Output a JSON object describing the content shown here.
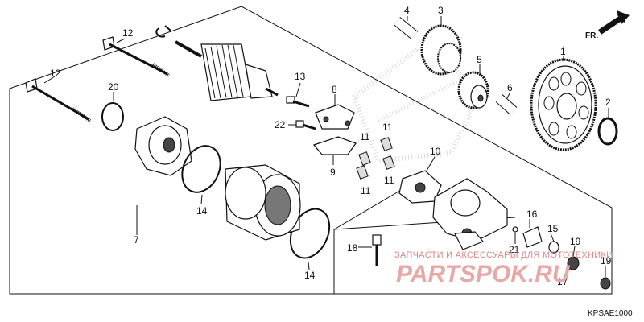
{
  "diagram": {
    "catalog_code": "KPSAE1000",
    "front_label": "FR.",
    "callouts": [
      {
        "id": "c1",
        "text": "1"
      },
      {
        "id": "c2",
        "text": "2"
      },
      {
        "id": "c3",
        "text": "3"
      },
      {
        "id": "c4",
        "text": "4"
      },
      {
        "id": "c5",
        "text": "5"
      },
      {
        "id": "c6",
        "text": "6"
      },
      {
        "id": "c7",
        "text": "7"
      },
      {
        "id": "c8",
        "text": "8"
      },
      {
        "id": "c9",
        "text": "9"
      },
      {
        "id": "c10",
        "text": "10"
      },
      {
        "id": "c11a",
        "text": "11"
      },
      {
        "id": "c11b",
        "text": "11"
      },
      {
        "id": "c11c",
        "text": "11"
      },
      {
        "id": "c11d",
        "text": "11"
      },
      {
        "id": "c12a",
        "text": "12"
      },
      {
        "id": "c12b",
        "text": "12"
      },
      {
        "id": "c13",
        "text": "13"
      },
      {
        "id": "c14a",
        "text": "14"
      },
      {
        "id": "c14b",
        "text": "14"
      },
      {
        "id": "c15",
        "text": "15"
      },
      {
        "id": "c16",
        "text": "16"
      },
      {
        "id": "c17",
        "text": "17"
      },
      {
        "id": "c18",
        "text": "18"
      },
      {
        "id": "c19a",
        "text": "19"
      },
      {
        "id": "c19b",
        "text": "19"
      },
      {
        "id": "c20",
        "text": "20"
      },
      {
        "id": "c21",
        "text": "21"
      },
      {
        "id": "c22",
        "text": "22"
      }
    ]
  },
  "watermark": {
    "caption": "ЗАПЧАСТИ И АКСЕССУАРЫ ДЛЯ МОТОТЕХНИКИ",
    "logo": "PARTSPOK.RU"
  }
}
